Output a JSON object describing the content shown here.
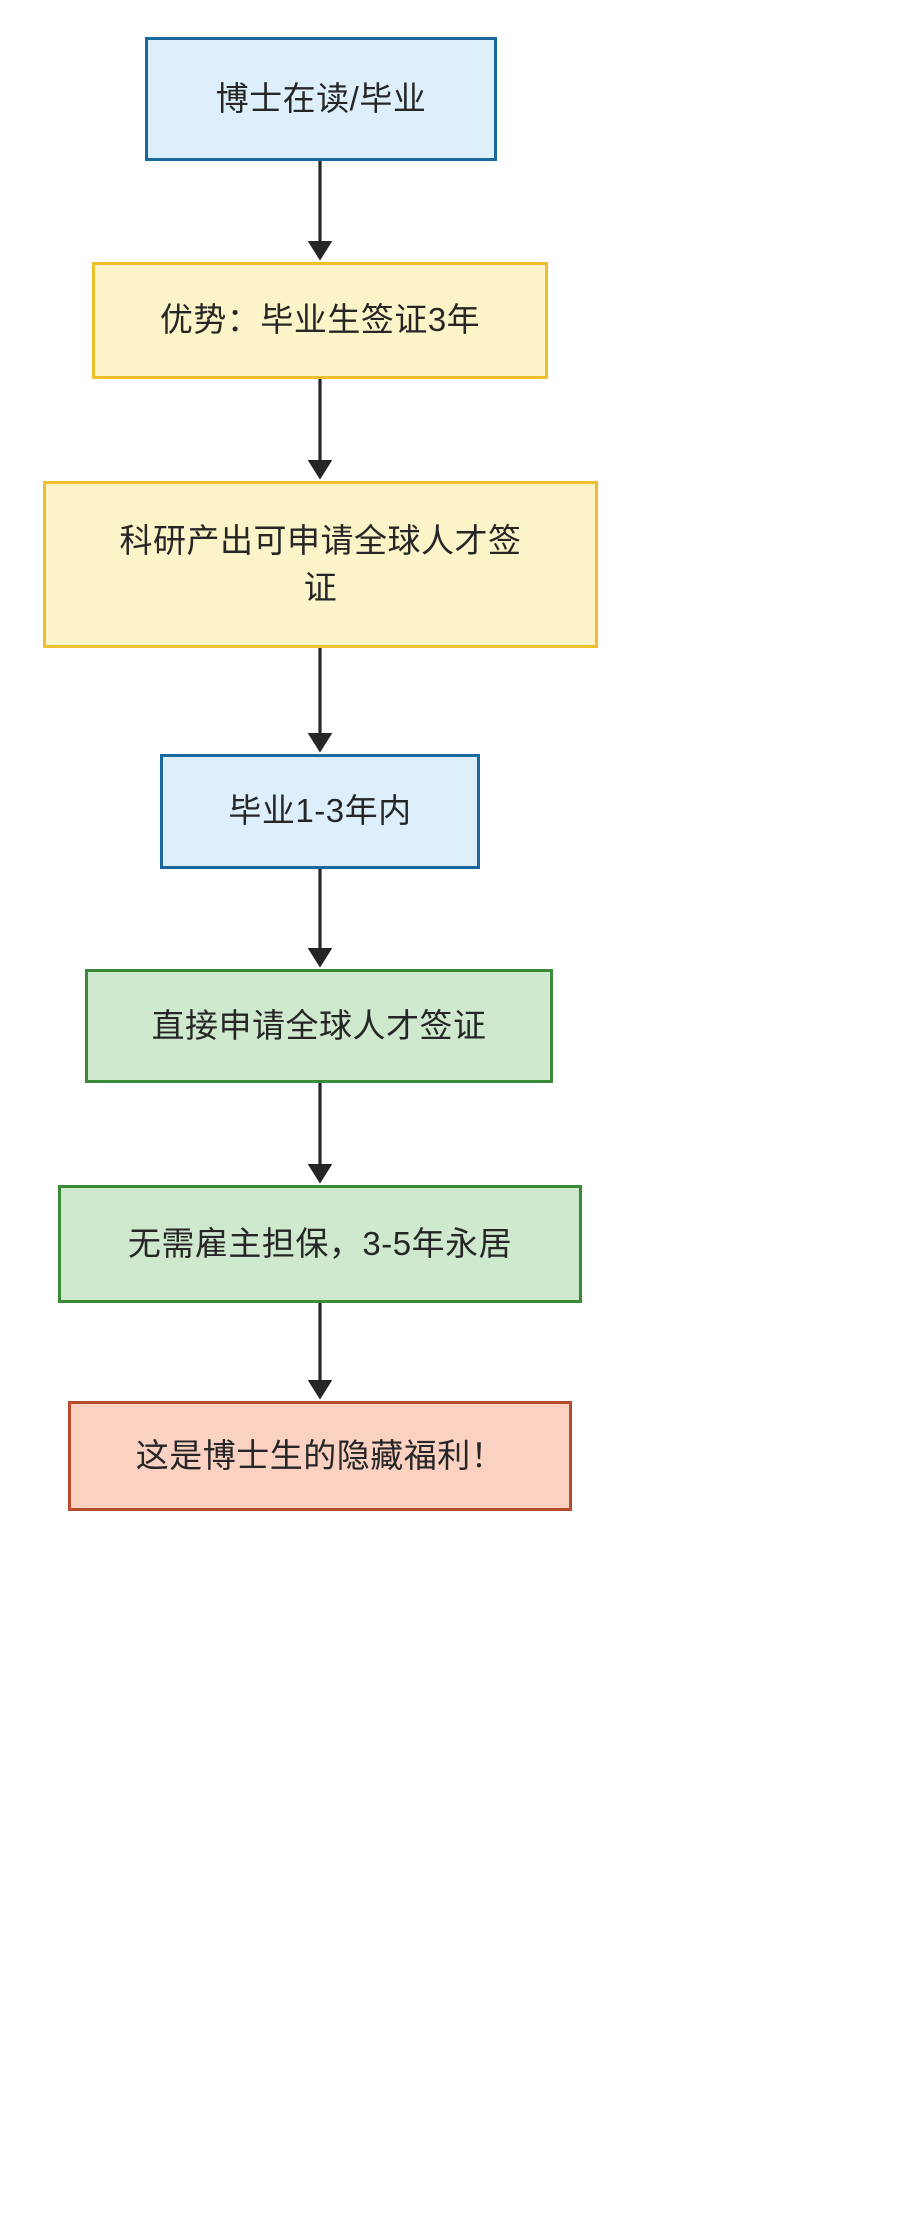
{
  "diagram": {
    "type": "flowchart",
    "orientation": "top-to-bottom",
    "title_text": "",
    "background_color": "#ffffff",
    "arrow_color": "#262626",
    "text_color": "#262626",
    "palette": {
      "blue_fill": "#ddeffa",
      "blue_border": "#19699f",
      "yellow_fill": "#fbf4c8",
      "yellow_border": "#eebe2c",
      "green_fill": "#cfe9cf",
      "green_border": "#3a8a3a",
      "red_fill": "#fbd2c2",
      "red_border": "#b74b2b"
    },
    "nodes": [
      {
        "id": "node-1",
        "label": "博士在读/毕业",
        "theme": "blue",
        "shape": "rectangle"
      },
      {
        "id": "node-2",
        "label": "优势：毕业生签证3年",
        "theme": "yellow",
        "shape": "rectangle"
      },
      {
        "id": "node-3",
        "label": "科研产出可申请全球人才签\n证",
        "theme": "yellow",
        "shape": "rectangle"
      },
      {
        "id": "node-4",
        "label": "毕业1-3年内",
        "theme": "blue",
        "shape": "rectangle"
      },
      {
        "id": "node-5",
        "label": "直接申请全球人才签证",
        "theme": "green",
        "shape": "rectangle"
      },
      {
        "id": "node-6",
        "label": "无需雇主担保，3-5年永居",
        "theme": "green",
        "shape": "rectangle"
      },
      {
        "id": "node-7",
        "label": "这是博士生的隐藏福利！",
        "theme": "red",
        "shape": "rectangle"
      }
    ],
    "edges": [
      {
        "id": "edge-1-2",
        "from": "node-1",
        "to": "node-2",
        "label": "",
        "style": "solid",
        "arrowhead": "filled-triangle"
      },
      {
        "id": "edge-2-3",
        "from": "node-2",
        "to": "node-3",
        "label": "",
        "style": "solid",
        "arrowhead": "filled-triangle"
      },
      {
        "id": "edge-3-4",
        "from": "node-3",
        "to": "node-4",
        "label": "",
        "style": "solid",
        "arrowhead": "filled-triangle"
      },
      {
        "id": "edge-4-5",
        "from": "node-4",
        "to": "node-5",
        "label": "",
        "style": "solid",
        "arrowhead": "filled-triangle"
      },
      {
        "id": "edge-5-6",
        "from": "node-5",
        "to": "node-6",
        "label": "",
        "style": "solid",
        "arrowhead": "filled-triangle"
      },
      {
        "id": "edge-6-7",
        "from": "node-6",
        "to": "node-7",
        "label": "",
        "style": "solid",
        "arrowhead": "filled-triangle"
      }
    ]
  }
}
